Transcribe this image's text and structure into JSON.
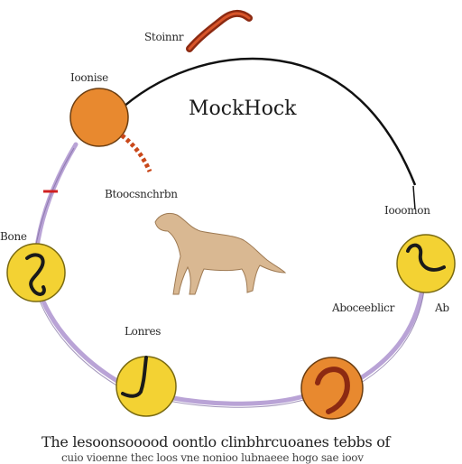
{
  "diagram": {
    "title": "MockHock",
    "labels": {
      "top_left": "Stoinnr",
      "upper_left_node": "Ioonise",
      "center": "Btoocsnchrbn",
      "far_left": "Bone",
      "right_node": "Iooomon",
      "right_mid": "Aboceeblicr",
      "right_mid_tail": "Ab",
      "bottom_small": "Lonres"
    },
    "caption_line1": "The lesoonsooood oontlo clinbhrcuoanes tebbs of",
    "caption_line2": "cuio vioenne thec loos vne nonioo lubnaeee hogo sae ioov"
  },
  "colors": {
    "cycle_line": "#b9a3d6",
    "arc": "#111111",
    "orange_node": "#e8892f",
    "yellow_node": "#f3d233",
    "dog": "#d9b892",
    "worm": "#8c2a12"
  }
}
